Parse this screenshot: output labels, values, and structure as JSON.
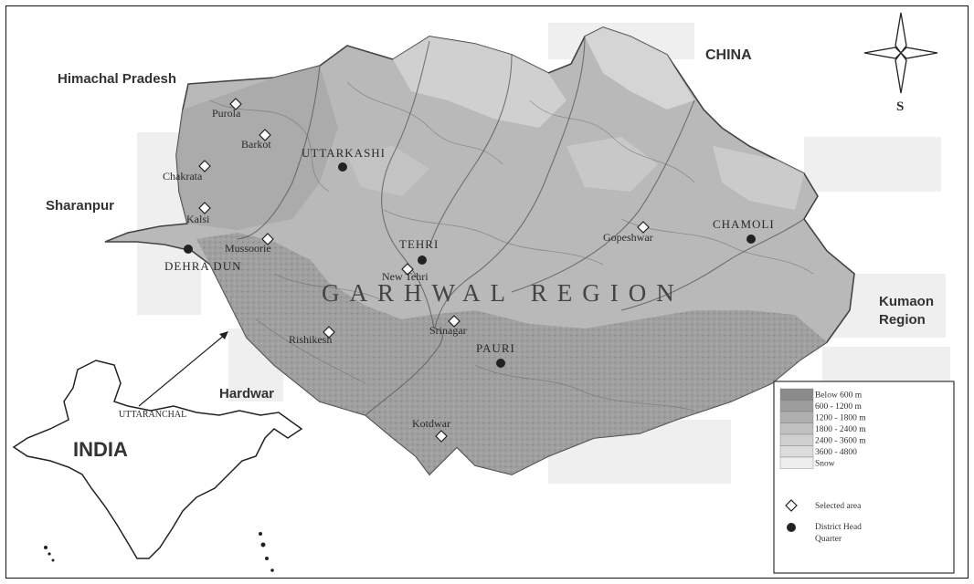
{
  "neighbors": {
    "china": "CHINA",
    "himachal": "Himachal Pradesh",
    "sharanpur": "Sharanpur",
    "kumaon_1": "Kumaon",
    "kumaon_2": "Region",
    "hardwar": "Hardwar"
  },
  "compass": {
    "label": "S"
  },
  "region_title": "GARHWAL REGION",
  "districts": {
    "uttarkashi": "UTTARKASHI",
    "tehri": "TEHRI",
    "chamoli": "CHAMOLI",
    "dehradun": "DEHRA DUN",
    "pauri": "PAURI"
  },
  "towns": {
    "purola": "Purola",
    "barkot": "Barkot",
    "chakrata": "Chakrata",
    "kalsi": "Kalsi",
    "mussoorie": "Mussoorie",
    "new_tehri": "New Tehri",
    "gopeshwar": "Gopeshwar",
    "srinagar": "Srinagar",
    "rishikesh": "Rishikesh",
    "kotdwar": "Kotdwar"
  },
  "inset": {
    "country": "INDIA",
    "state": "UTTARANCHAL"
  },
  "legend": {
    "elevation_bands": [
      {
        "label": "Below  600 m",
        "color": "#8a8a8a"
      },
      {
        "label": "600  - 1200 m",
        "color": "#9d9d9d"
      },
      {
        "label": "1200 - 1800 m",
        "color": "#afafaf"
      },
      {
        "label": "1800 - 2400 m",
        "color": "#c0c0c0"
      },
      {
        "label": "2400 - 3600 m",
        "color": "#cfcfcf"
      },
      {
        "label": "3600 - 4800",
        "color": "#dcdcdc"
      },
      {
        "label": "Snow",
        "color": "#eeeeee"
      }
    ],
    "selected_area": "Selected area",
    "hq_line1": "District Head",
    "hq_line2": "Quarter"
  }
}
